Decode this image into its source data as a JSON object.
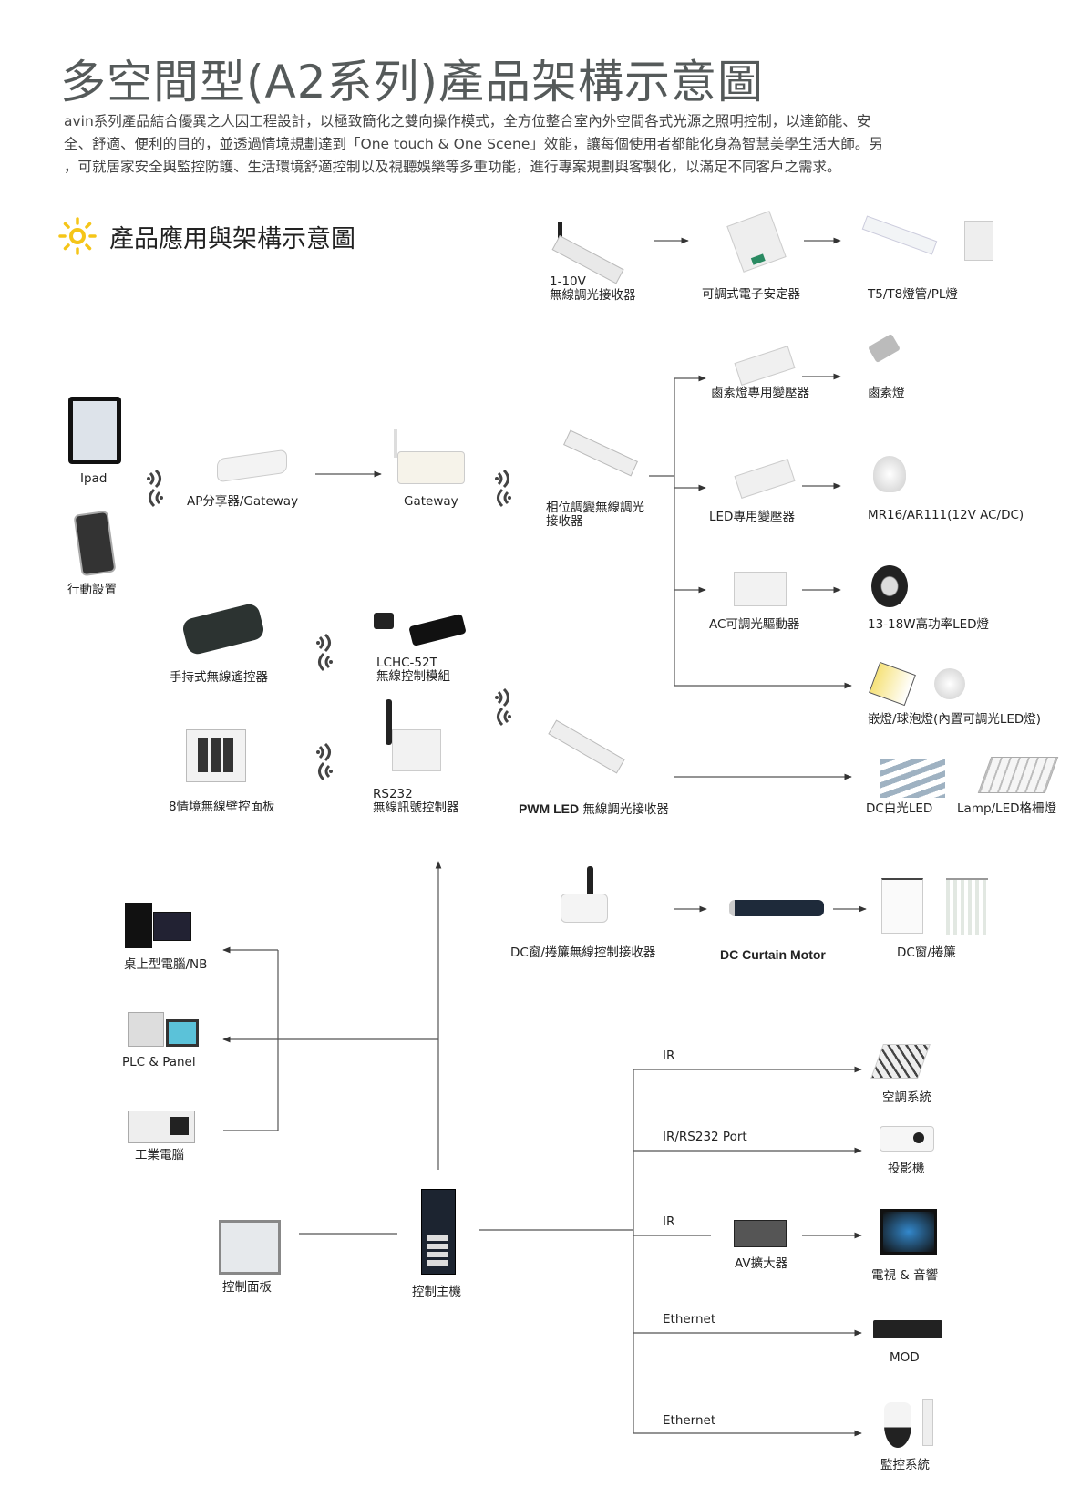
{
  "title": "多空間型(A2系列)產品架構示意圖",
  "intro_lines": [
    "avin系列產品結合優異之人因工程設計，以極致簡化之雙向操作模式，全方位整合室內外空間各式光源之照明控制，以達節能、安",
    "全、舒適、便利的目的，並透過情境規劃達到「One touch & One Scene」效能，讓每個使用者都能化身為智慧美學生活大師。另",
    "，可就居家安全與監控防護、生活環境舒適控制以及視聽娛樂等多重功能，進行專案規劃與客製化，以滿足不同客戶之需求。"
  ],
  "section_title": "產品應用與架構示意圖",
  "colors": {
    "accent_sun": "#f5c518",
    "line": "#555555",
    "title": "#555a5a"
  },
  "lighting_top": {
    "receiver_line1": "1-10V",
    "receiver_line2": "無線調光接收器",
    "ballast": "可調式電子安定器",
    "lamp": "T5/T8燈管/PL燈"
  },
  "controllers": {
    "ipad": "Ipad",
    "mobile": "行動設置",
    "ap": "AP分享器/Gateway",
    "gateway": "Gateway",
    "phase_receiver_line1": "相位調變無線調光",
    "phase_receiver_line2": "接收器",
    "handheld": "手持式無線遙控器",
    "lchc_line1": "LCHC-52T",
    "lchc_line2": "無線控制模組",
    "wall_panel": "8情境無線壁控面板",
    "rs232_line1": "RS232",
    "rs232_line2": "無線訊號控制器",
    "pwm_bold": "PWM LED",
    "pwm_rest": " 無線調光接收器"
  },
  "phase_branches": {
    "halogen_transformer": "鹵素燈專用變壓器",
    "halogen_lamp": "鹵素燈",
    "led_transformer": "LED專用變壓器",
    "mr16": "MR16/AR111(12V AC/DC)",
    "ac_driver": "AC可調光驅動器",
    "high_power_led": "13-18W高功率LED燈",
    "bulb": "嵌燈/球泡燈(內置可調光LED燈)"
  },
  "pwm_outputs": {
    "dc_led": "DC白光LED",
    "grid_lamp": "Lamp/LED格柵燈"
  },
  "curtain": {
    "receiver": "DC窗/捲簾無線控制接收器",
    "motor": "DC Curtain Motor",
    "curtain": "DC窗/捲簾"
  },
  "computers": {
    "desktop": "桌上型電腦/NB",
    "plc": "PLC & Panel",
    "ipc": "工業電腦"
  },
  "host": {
    "panel": "控制面板",
    "host": "控制主機"
  },
  "av": {
    "ir1": "IR",
    "aircon": "空調系統",
    "ir_rs232": "IR/RS232 Port",
    "projector": "投影機",
    "ir2": "IR",
    "amp": "AV擴大器",
    "tv": "電視 & 音響",
    "eth1": "Ethernet",
    "mod": "MOD",
    "eth2": "Ethernet",
    "cctv": "監控系統"
  }
}
